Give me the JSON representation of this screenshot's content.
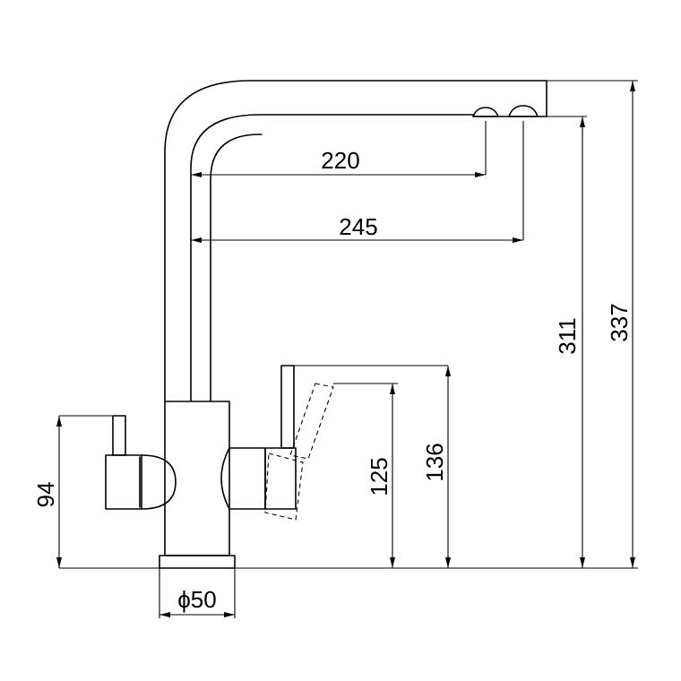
{
  "dimensions": {
    "reach_220": "220",
    "reach_245": "245",
    "height_311": "311",
    "height_337": "337",
    "lever_125": "125",
    "lever_136": "136",
    "handle_94": "94",
    "base_dia": "ϕ50"
  }
}
